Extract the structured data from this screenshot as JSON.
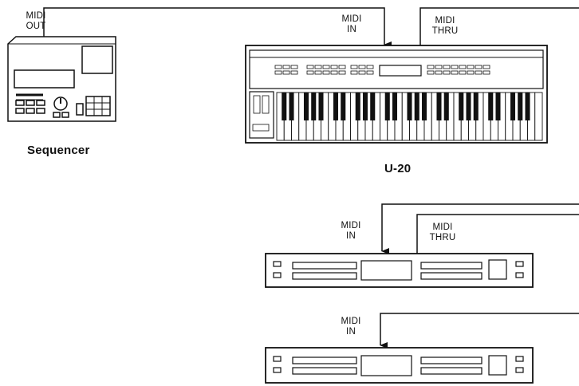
{
  "labels": {
    "sequencer_midi_out": [
      "MIDI",
      "OUT"
    ],
    "u20_midi_in": [
      "MIDI",
      "IN"
    ],
    "u20_midi_thru": [
      "MIDI",
      "THRU"
    ],
    "module1_midi_in": [
      "MIDI",
      "IN"
    ],
    "module1_midi_thru": [
      "MIDI",
      "THRU"
    ],
    "module2_midi_in": [
      "MIDI",
      "IN"
    ],
    "sequencer_name": "Sequencer",
    "u20_name": "U-20"
  },
  "colors": {
    "line": "#111111",
    "fill": "#ffffff",
    "bg": "#ffffff"
  }
}
